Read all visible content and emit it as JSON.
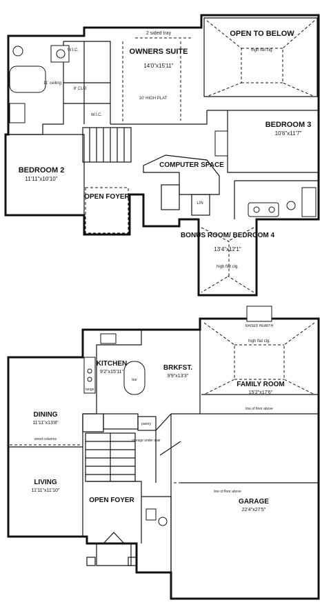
{
  "upper_floor": {
    "rooms": [
      {
        "id": "owners-suite",
        "name": "OWNERS SUITE",
        "dim": "14'0\"x15'11\""
      },
      {
        "id": "open-to-below",
        "name": "OPEN TO BELOW",
        "dim": ""
      },
      {
        "id": "bedroom-3",
        "name": "BEDROOM 3",
        "dim": "10'6\"x11'7\""
      },
      {
        "id": "bedroom-2",
        "name": "BEDROOM 2",
        "dim": "11'11\"x10'10\""
      },
      {
        "id": "open-foyer-up",
        "name": "OPEN FOYER",
        "dim": ""
      },
      {
        "id": "computer-space",
        "name": "COMPUTER SPACE",
        "dim": ""
      },
      {
        "id": "bonus-room",
        "name": "BONUS ROOM/ BEDROOM 4",
        "dim": "13'4\"x12'1\""
      }
    ],
    "notes": {
      "tray": "2 sided tray",
      "wic1": "W.I.C.",
      "wic2": "W.I.C.",
      "ceiling": "11' ceiling",
      "clo": "8' CLO",
      "plat": "10' HIGH PLAT",
      "high_flat": "high flat clg.",
      "bonus_clg": "high flat clg.",
      "lin": "LIN"
    }
  },
  "main_floor": {
    "rooms": [
      {
        "id": "kitchen",
        "name": "KITCHEN",
        "dim": "9'2\"x15'11\""
      },
      {
        "id": "brkfst",
        "name": "BRKFST.",
        "dim": "9'9\"x13'3\""
      },
      {
        "id": "family-room",
        "name": "FAMILY ROOM",
        "dim": "15'2\"x17'6\""
      },
      {
        "id": "dining",
        "name": "DINING",
        "dim": "11'11\"x13'8\""
      },
      {
        "id": "living",
        "name": "LIVING",
        "dim": "11'11\"x11'10\""
      },
      {
        "id": "open-foyer-main",
        "name": "OPEN FOYER",
        "dim": ""
      },
      {
        "id": "garage",
        "name": "GARAGE",
        "dim": "22'4\"x27'5\""
      }
    ],
    "notes": {
      "hearth": "RAISED HEARTH",
      "family_clg": "high flat clg.",
      "line_floor": "line of floor above",
      "line_floor2": "line of floor above",
      "wood_columns": "wood columns",
      "pantry": "pantry",
      "storage": "storage under stair",
      "bar": "bar",
      "range": "range"
    }
  },
  "colors": {
    "ink": "#111111",
    "paper": "#ffffff"
  }
}
